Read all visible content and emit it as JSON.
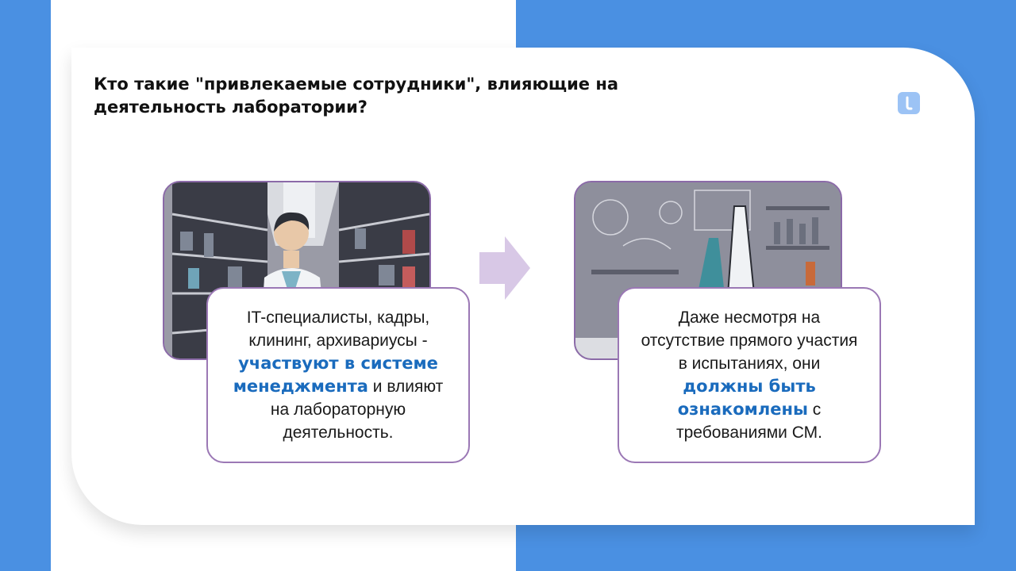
{
  "slide": {
    "title": "Кто такие \"привлекаемые сотрудники\", влияющие на деятельность лаборатории?"
  },
  "panels": [
    {
      "image_subject": "lab-specialist-illustration",
      "text_before": "IT-специалисты, кадры, клининг, архивариусы - ",
      "highlight": "участвуют в системе менеджмента",
      "text_after": " и влияют на лабораторную деятельность."
    },
    {
      "image_subject": "lab-glassware-illustration",
      "text_before": "Даже несмотря на отсутствие прямого участия в испытаниях, они ",
      "highlight": "должны быть ознакомлены",
      "text_after": " с требованиями СМ."
    }
  ],
  "colors": {
    "background_blue": "#4a90e2",
    "highlight_blue": "#1a6bbd",
    "frame_purple": "#9b78b5",
    "arrow_lilac": "#d8c8e6"
  },
  "icons": {
    "logo": "brand-logo-icon",
    "arrow": "arrow-right-icon"
  }
}
